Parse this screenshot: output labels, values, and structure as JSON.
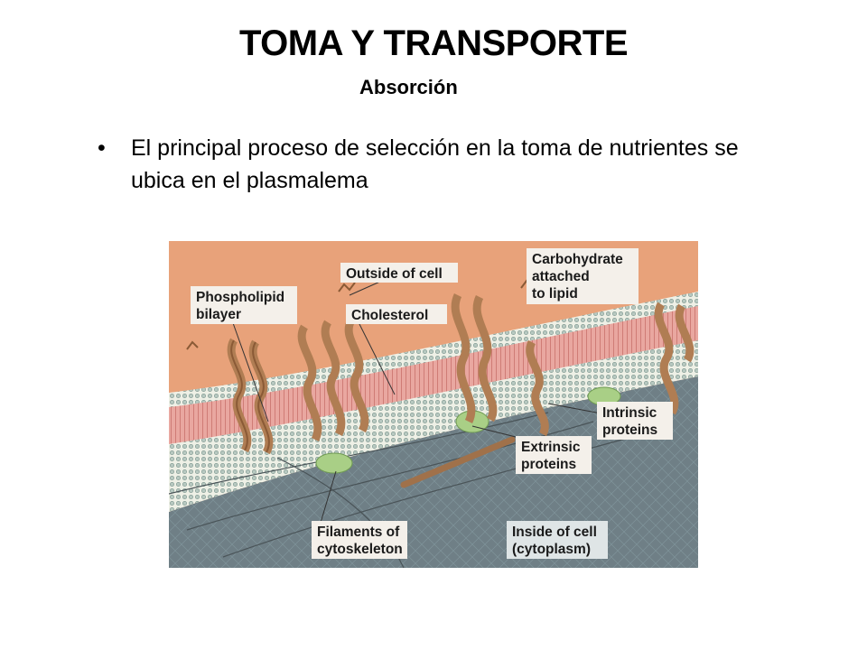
{
  "slide": {
    "title": "TOMA Y TRANSPORTE",
    "subtitle": "Absorción",
    "bullet_symbol": "•",
    "bullet_text": "El principal proceso de selección en la toma de nutrientes se ubica en el plasmalema"
  },
  "figure": {
    "labels": {
      "outside": "Outside of cell",
      "carbohydrate_1": "Carbohydrate",
      "carbohydrate_2": "attached",
      "carbohydrate_3": "to lipid",
      "phospholipid_1": "Phospholipid",
      "phospholipid_2": "bilayer",
      "cholesterol": "Cholesterol",
      "intrinsic_1": "Intrinsic",
      "intrinsic_2": "proteins",
      "extrinsic_1": "Extrinsic",
      "extrinsic_2": "proteins",
      "filaments_1": "Filaments of",
      "filaments_2": "cytoskeleton",
      "inside_1": "Inside of cell",
      "inside_2": "(cytoplasm)"
    },
    "colors": {
      "outside_bg": "#e8a27a",
      "cytoplasm": "#6f7f86",
      "membrane_pink": "#e9a7a0",
      "protein_brown": "#a0714a",
      "extrinsic_green": "#a9cf86"
    }
  }
}
